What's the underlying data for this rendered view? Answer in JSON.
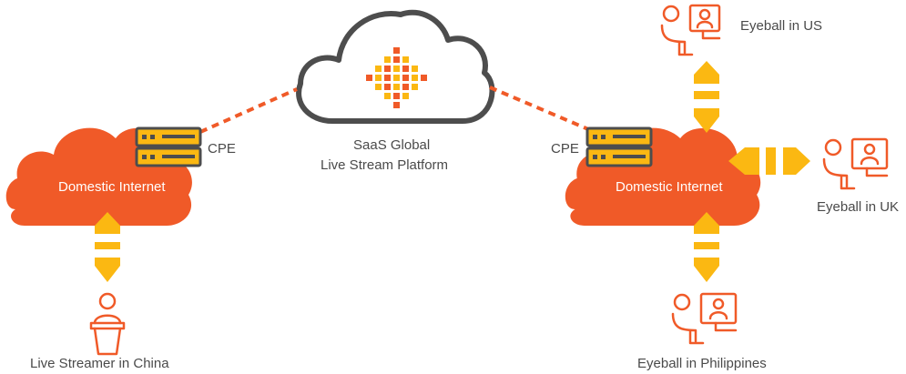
{
  "labels": {
    "platform_line1": "SaaS Global",
    "platform_line2": "Live Stream Platform",
    "left_cloud": "Domestic Internet",
    "right_cloud": "Domestic Internet",
    "cpe_left": "CPE",
    "cpe_right": "CPE",
    "streamer": "Live Streamer in China",
    "eyeball_us": "Eyeball in US",
    "eyeball_uk": "Eyeball in UK",
    "eyeball_ph": "Eyeball in Philippines"
  },
  "colors": {
    "orange": "#f05a28",
    "yellow": "#fbb812",
    "gray": "#4d4d4d",
    "white": "#ffffff"
  },
  "icons": {
    "platform": "grid-logo-icon",
    "cpe": "server-icon",
    "streamer": "podium-person-icon",
    "viewer": "person-at-monitor-icon"
  }
}
